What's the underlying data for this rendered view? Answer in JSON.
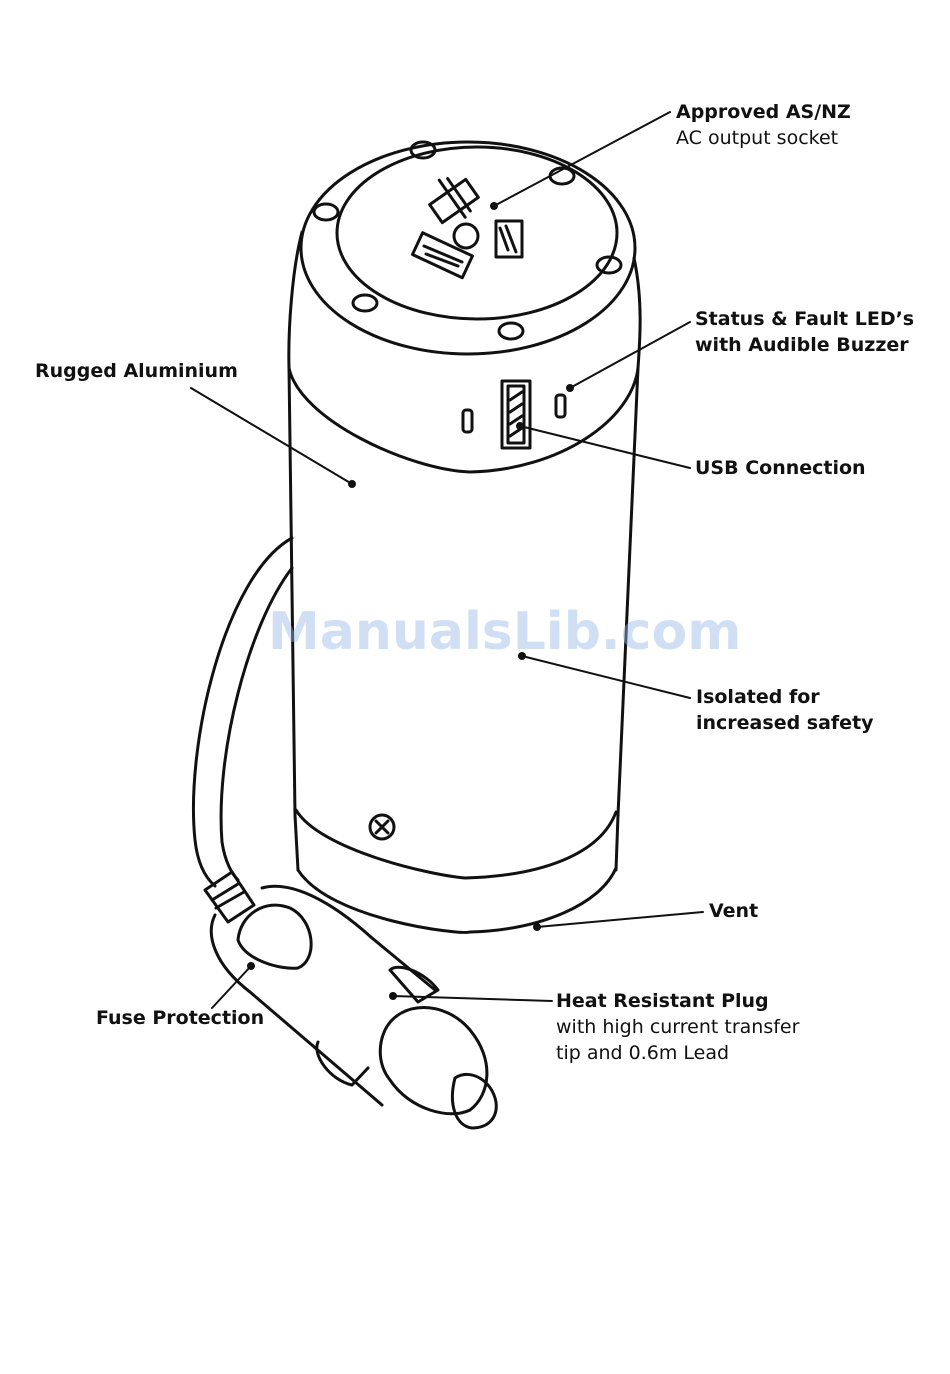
{
  "labels": {
    "approved": {
      "line1": "Approved AS/NZ",
      "line2": "AC output socket"
    },
    "status": {
      "line1": "Status & Fault LED’s",
      "line2": "with Audible Buzzer"
    },
    "rugged": {
      "line1": "Rugged Aluminium"
    },
    "usb": {
      "line1": "USB Connection"
    },
    "isolated": {
      "line1": "Isolated for",
      "line2": "increased safety"
    },
    "vent": {
      "line1": "Vent"
    },
    "heat": {
      "line1": "Heat Resistant Plug",
      "line2": "with high current transfer",
      "line3": "tip and 0.6m Lead"
    },
    "fuse": {
      "line1": "Fuse Protection"
    }
  },
  "watermark": "ManualsLib.com",
  "colors": {
    "line": "#111111",
    "watermark": "#96b9e6"
  }
}
